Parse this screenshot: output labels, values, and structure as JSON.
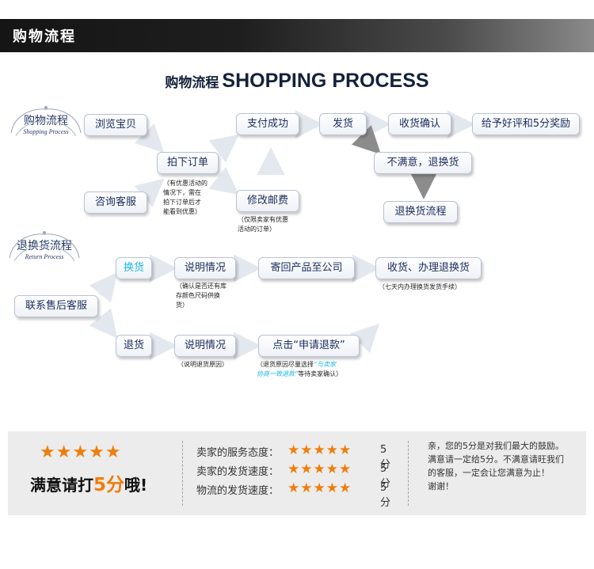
{
  "header": {
    "title": "购物流程"
  },
  "title": {
    "cn": "购物流程",
    "en": "SHOPPING PROCESS"
  },
  "emblems": {
    "shopping": {
      "cn": "购物流程",
      "en": "Shopping Process"
    },
    "return": {
      "cn": "退换货流程",
      "en": "Return Process"
    }
  },
  "nodes": {
    "browse": "浏览宝贝",
    "consult": "咨询客服",
    "order": "拍下订单",
    "modify_postage": "修改邮费",
    "pay_success": "支付成功",
    "ship": "发货",
    "confirm_receipt": "收货确认",
    "good_review": "给予好评和5分奖励",
    "unsatisfied": "不满意，退换货",
    "return_process": "退换货流程",
    "contact_service": "联系售后客服",
    "exchange": "换货",
    "explain_exchange": "说明情况",
    "send_back": "寄回产品至公司",
    "receive_refund": "收货、办理退换货",
    "refund": "退货",
    "explain_refund": "说明情况",
    "click_refund": "点击“申请退款”"
  },
  "notes": {
    "order_note": [
      "（有优惠活动的",
      "情况下，需在",
      "拍下订单后才",
      "能看到优惠）"
    ],
    "postage_note": [
      "（仅限卖家有优惠",
      "活动的订单）"
    ],
    "exchange_note": [
      "（确认是否还有库",
      "存颜色尺码供换",
      "货）"
    ],
    "receive_note": "（七天内办理换货发货手续）",
    "refund_reason_note": "（说明退货原因）",
    "refund_note": {
      "line1_a": "（退货原因尽量选择",
      "line1_hl": "“与卖家",
      "line2_hl": "协商一致退款”",
      "line2_b": "等待卖家确认）"
    }
  },
  "rating_panel": {
    "stars": "★★★★★",
    "slogan_pre": "满意请打",
    "slogan_num": "5分",
    "slogan_post": "哦!",
    "rows": [
      {
        "label": "卖家的服务态度：",
        "stars": "★★★★★",
        "score": "5分"
      },
      {
        "label": "卖家的发货速度：",
        "stars": "★★★★★",
        "score": "5分"
      },
      {
        "label": "物流的发货速度：",
        "stars": "★★★★★",
        "score": "5分"
      }
    ],
    "message": [
      "亲，您的5分是对我们最大的鼓励。",
      "满意请一定给5分。不满意请旺我们",
      "的客服，一定会让您满意为止！",
      "谢谢！"
    ]
  },
  "colors": {
    "star": "#f07d0a",
    "highlight": "#1ab8e6",
    "node_text": "#1d2f60"
  }
}
